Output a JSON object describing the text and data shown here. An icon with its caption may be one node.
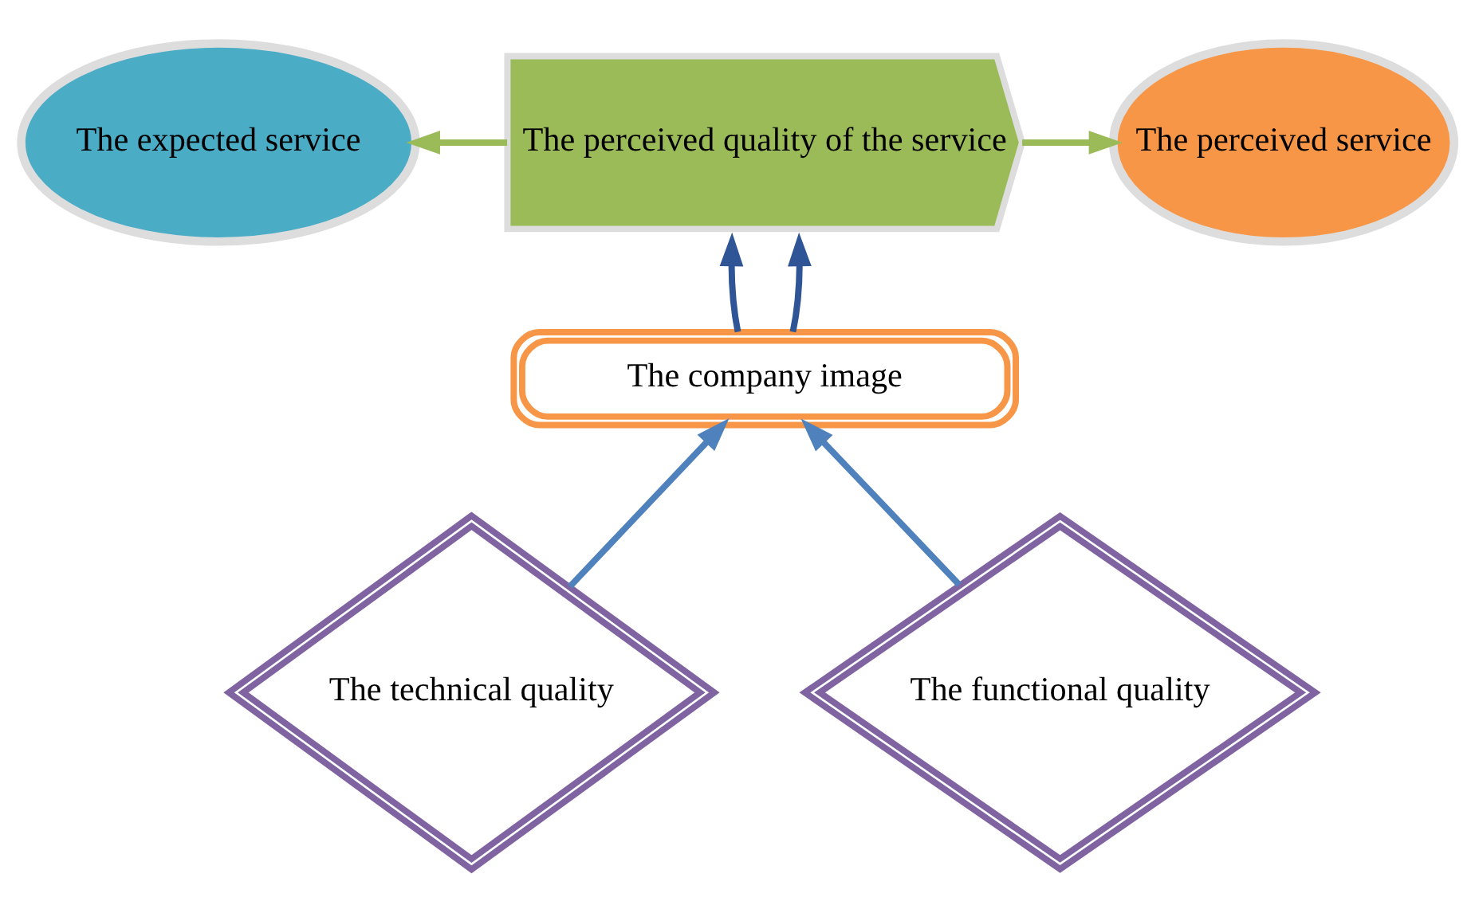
{
  "diagram": {
    "nodes": [
      {
        "text": [
          "The expected service"
        ]
      },
      {
        "text": [
          "The perceived quality of the service"
        ]
      },
      {
        "text": [
          "The perceived service"
        ]
      },
      {
        "text": [
          "The company image"
        ]
      },
      {
        "text": [
          "The technical quality"
        ]
      },
      {
        "text": [
          "The functional quality"
        ]
      }
    ],
    "edges": [
      {
        "from": 1,
        "to": 0,
        "arrow": "to",
        "color": "#9bbb59"
      },
      {
        "from": 1,
        "to": 2,
        "arrow": "to",
        "color": "#9bbb59"
      },
      {
        "from": 3,
        "to": 1,
        "arrow": "to",
        "color": "#2f5597"
      },
      {
        "from": 3,
        "to": 1,
        "arrow": "to",
        "color": "#2f5597"
      },
      {
        "from": 4,
        "to": 3,
        "arrow": "to",
        "color": "#4f81bd"
      },
      {
        "from": 5,
        "to": 3,
        "arrow": "to",
        "color": "#4f81bd"
      }
    ]
  }
}
